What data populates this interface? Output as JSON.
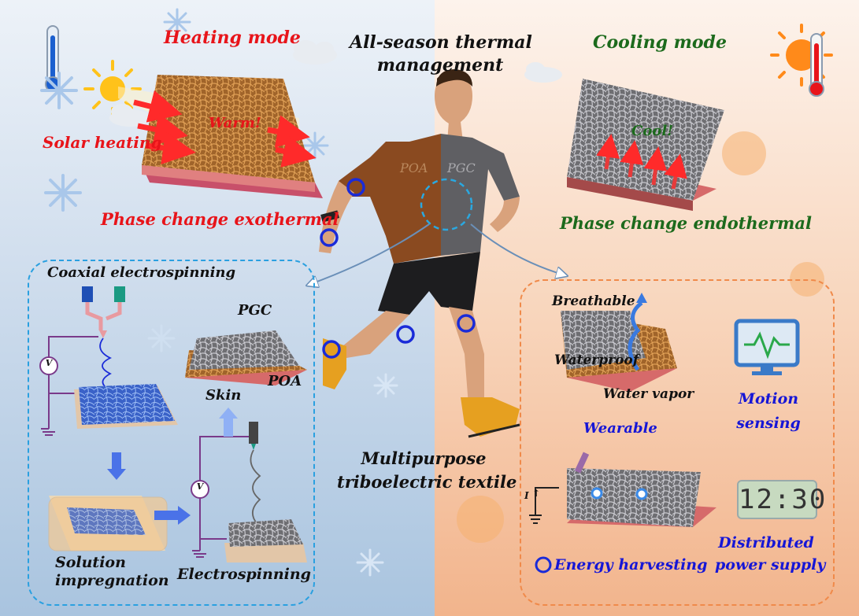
{
  "labels": {
    "heating_mode": "Heating mode",
    "cooling_mode": "Cooling mode",
    "title_line1": "All-season thermal",
    "title_line2": "management",
    "solar_heating": "Solar heating",
    "warm": "Warm!",
    "cool": "Cool!",
    "phase_exo": "Phase change exothermal",
    "phase_endo": "Phase change endothermal",
    "poa_shirt": "POA",
    "pgc_shirt": "PGC",
    "coaxial": "Coaxial electrospinning",
    "pgc": "PGC",
    "poa": "POA",
    "skin": "Skin",
    "voltage": "V",
    "solution_line1": "Solution",
    "solution_line2": "impregnation",
    "electrospinning": "Electrospinning",
    "multipurpose_line1": "Multipurpose",
    "multipurpose_line2": "triboelectric textile",
    "breathable": "Breathable",
    "waterproof": "Waterproof",
    "water_vapor": "Water vapor",
    "wearable": "Wearable",
    "motion_line1": "Motion",
    "motion_line2": "sensing",
    "current": "I",
    "energy_harvesting": "Energy harvesting",
    "distributed_line1": "Distributed",
    "distributed_line2": "power supply",
    "clock": "12:30"
  },
  "colors": {
    "heating": "#e8141a",
    "cooling": "#1c6a1c",
    "feature_text": "#1616d6",
    "left_box": "#2aa0e0",
    "right_box": "#f08a4a",
    "poa_fiber": "#a0642a",
    "pgc_fiber": "#6e6e72"
  },
  "icons": [
    "thermometer-cold-icon",
    "snowflake-icon",
    "sun-icon",
    "cloud-icon",
    "thermometer-hot-icon",
    "sun-face-icon",
    "monitor-wave-icon",
    "ground-icon",
    "voltmeter-icon",
    "sensor-ring-icon"
  ]
}
